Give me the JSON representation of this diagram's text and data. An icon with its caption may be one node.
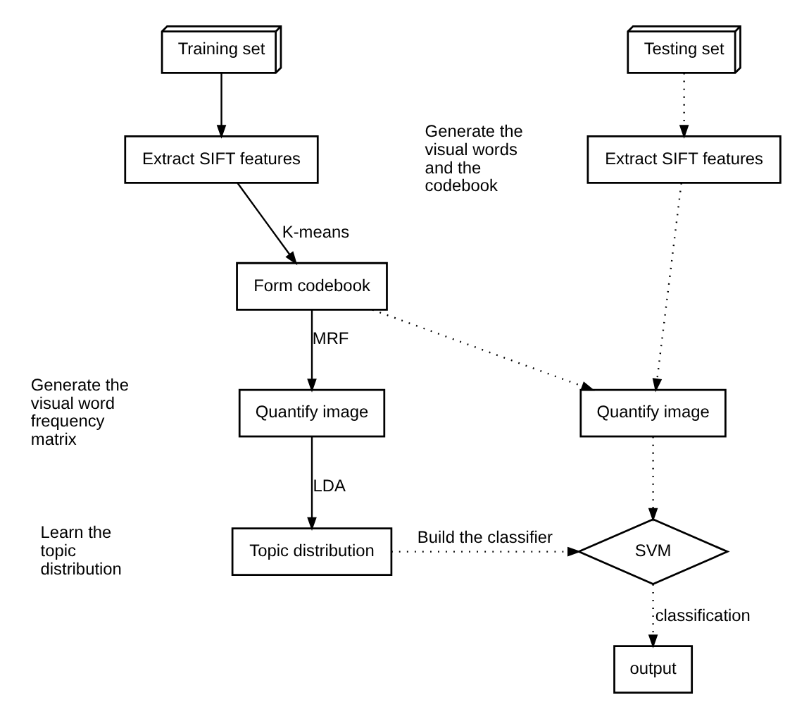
{
  "diagram": {
    "nodes": [
      {
        "text": [
          "Training set"
        ]
      },
      {
        "text": [
          "Extract SIFT features"
        ]
      },
      {
        "text": [
          "Form codebook"
        ]
      },
      {
        "text": [
          "Quantify image"
        ]
      },
      {
        "text": [
          "Topic distribution"
        ]
      },
      {
        "text": [
          "Testing set"
        ]
      },
      {
        "text": [
          "Extract SIFT features"
        ]
      },
      {
        "text": [
          "Quantify image"
        ]
      },
      {
        "text": [
          "SVM"
        ]
      },
      {
        "text": [
          "output"
        ]
      }
    ],
    "edges": [
      {
        "from": 0,
        "to": 1,
        "arrow": "to"
      },
      {
        "from": 1,
        "to": 2,
        "arrow": "to",
        "label": "K-means"
      },
      {
        "from": 2,
        "to": 3,
        "arrow": "to",
        "label": "MRF"
      },
      {
        "from": 3,
        "to": 4,
        "arrow": "to",
        "label": "LDA"
      },
      {
        "from": 5,
        "to": 6,
        "arrow": "to",
        "style": "dashed"
      },
      {
        "from": 6,
        "to": 7,
        "arrow": "to",
        "style": "dashed"
      },
      {
        "from": 2,
        "to": 7,
        "arrow": "to",
        "style": "dashed"
      },
      {
        "from": 7,
        "to": 8,
        "arrow": "to",
        "style": "dashed"
      },
      {
        "from": 4,
        "to": 8,
        "arrow": "to",
        "style": "dashed",
        "label": "Build the classifier"
      },
      {
        "from": 8,
        "to": 9,
        "arrow": "to",
        "style": "dashed",
        "label": "classification"
      }
    ],
    "labels": [
      "Generate the visual words and the codebook",
      "Generate the visual word frequency matrix",
      "Learn the topic distribution"
    ]
  }
}
